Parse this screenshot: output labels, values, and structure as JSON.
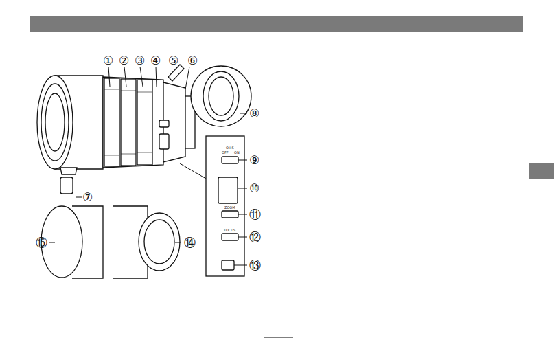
{
  "diagram": {
    "labels": [
      "①",
      "②",
      "③",
      "④",
      "⑤",
      "⑥",
      "⑦",
      "⑧",
      "⑨",
      "⑩",
      "⑪",
      "⑫",
      "⑬",
      "⑭",
      "⑮",
      "O.I.S",
      "OFF",
      "ON",
      "ZOOM",
      "FOCUS"
    ]
  }
}
